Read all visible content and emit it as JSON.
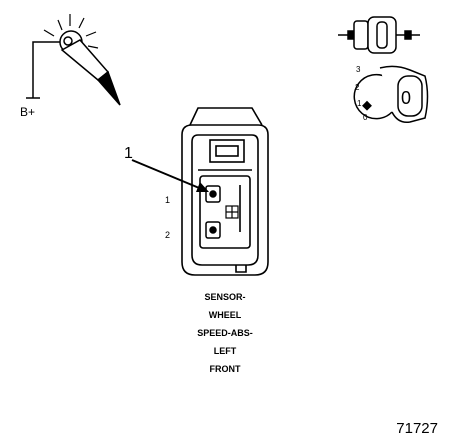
{
  "probe": {
    "supply_label": "B+"
  },
  "ignition": {
    "positions": [
      "3",
      "2",
      "1",
      "0"
    ],
    "key_label": "0"
  },
  "connector": {
    "callout_number": "1",
    "pin_labels": [
      "1",
      "2"
    ]
  },
  "caption": {
    "lines": [
      "SENSOR-",
      "WHEEL",
      "SPEED-ABS-",
      "LEFT",
      "FRONT"
    ]
  },
  "figure_number": "71727"
}
